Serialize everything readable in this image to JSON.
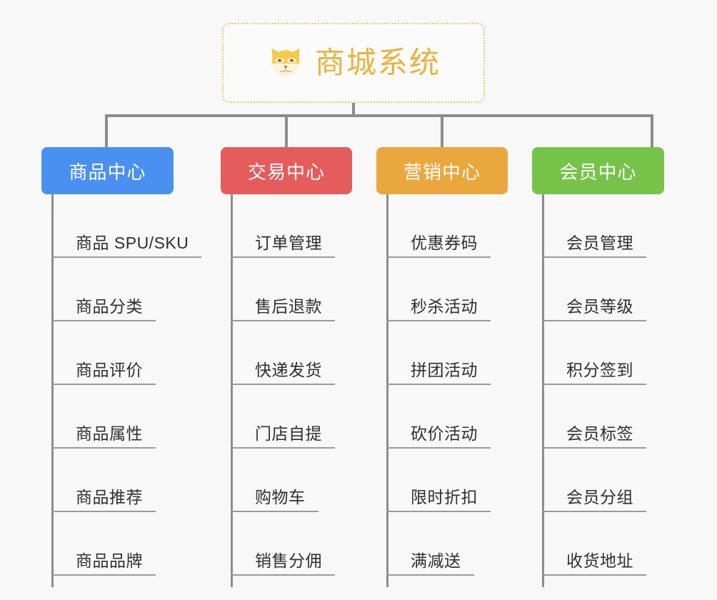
{
  "root": {
    "icon": "shiba-dog-face-icon",
    "title": "商城系统",
    "title_color": "#e9b33d",
    "border_color": "#f0c869"
  },
  "categories": [
    {
      "label": "商品中心",
      "color": "#4a90f0",
      "items": [
        "商品 SPU/SKU",
        "商品分类",
        "商品评价",
        "商品属性",
        "商品推荐",
        "商品品牌"
      ]
    },
    {
      "label": "交易中心",
      "color": "#e45c5c",
      "items": [
        "订单管理",
        "售后退款",
        "快递发货",
        "门店自提",
        "购物车",
        "销售分佣"
      ]
    },
    {
      "label": "营销中心",
      "color": "#eaa73d",
      "items": [
        "优惠券码",
        "秒杀活动",
        "拼团活动",
        "砍价活动",
        "限时折扣",
        "满减送"
      ]
    },
    {
      "label": "会员中心",
      "color": "#77c34a",
      "items": [
        "会员管理",
        "会员等级",
        "积分签到",
        "会员标签",
        "会员分组",
        "收货地址"
      ]
    }
  ],
  "theme": {
    "background": "#f8f8f8",
    "connector_color": "#8c8c8c",
    "leaf_text_color": "#2f2f2f",
    "leaf_underline_color": "#9a9a9a"
  }
}
